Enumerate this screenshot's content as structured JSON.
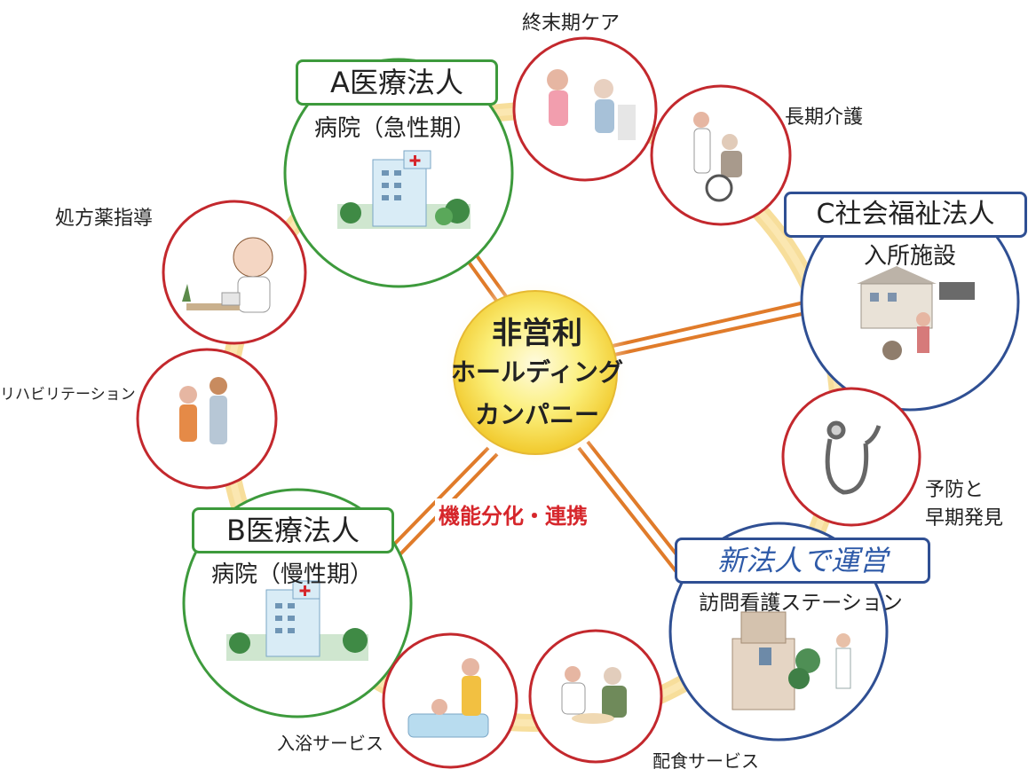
{
  "center": {
    "line1": "非営利",
    "line2": "ホールディング",
    "line3": "カンパニー"
  },
  "link_caption": "機能分化・連携",
  "org_a": {
    "title": "A医療法人",
    "subtitle": "病院（急性期）"
  },
  "org_b": {
    "title": "B医療法人",
    "subtitle": "病院（慢性期）"
  },
  "org_c": {
    "title": "C社会福祉法人",
    "subtitle": "入所施設"
  },
  "org_new": {
    "title": "新法人で運営",
    "subtitle": "訪問看護ステーション"
  },
  "services": {
    "terminal": "終末期ケア",
    "longterm": "長期介護",
    "prevention_1": "予防と",
    "prevention_2": "早期発見",
    "meal": "配食サービス",
    "bath": "入浴サービス",
    "rehab": "リハビリテーション",
    "pharma": "処方薬指導"
  },
  "colors": {
    "ring": "#f4d27a",
    "connector": "#e07b2a",
    "service_circle": "#c3282d",
    "hospital_circle": "#3d9a3c",
    "facility_circle": "#2f4f93",
    "caption_red": "#d6262b",
    "new_org_text": "#2e5aa8"
  },
  "icons": {
    "terminal": "caregiver-elder-icon",
    "longterm": "wheelchair-care-icon",
    "prevention": "stethoscope-icon",
    "meal": "meal-service-icon",
    "bath": "bath-service-icon",
    "rehab": "rehabilitation-icon",
    "pharma": "pharmacist-icon",
    "hospital": "hospital-building-icon",
    "facility": "care-facility-icon",
    "nurse_station": "visiting-nurse-icon"
  }
}
